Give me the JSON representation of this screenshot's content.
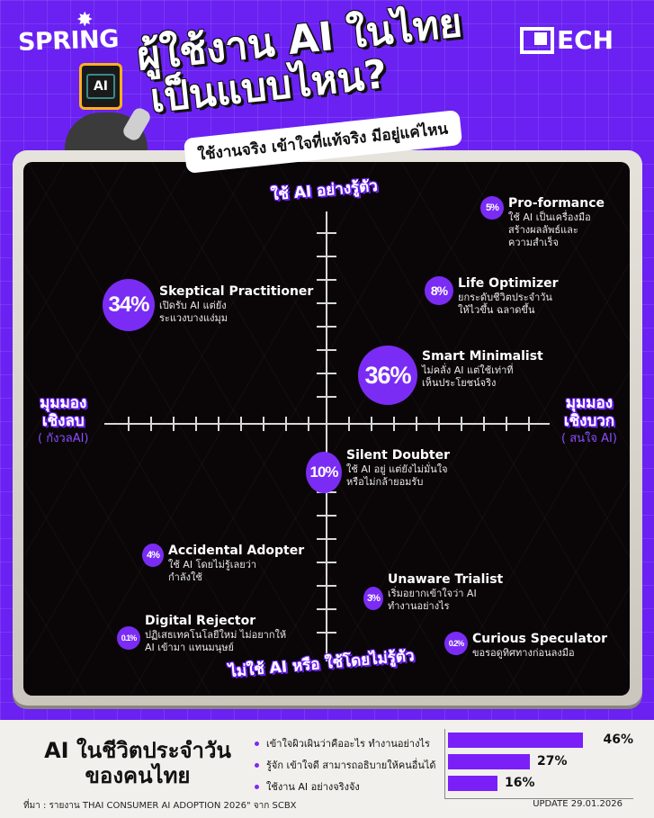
{
  "header": {
    "brand_left": "SPRING",
    "brand_right": "ECH",
    "mascot_label": "AI",
    "title_line1": "ผู้ใช้งาน AI ในไทย",
    "title_line2": "เป็นแบบไหน?",
    "subtitle": "ใช้งานจริง เข้าใจที่แท้จริง มีอยู่แค่ไหน"
  },
  "axes": {
    "top": "ใช้ AI อย่างรู้ตัว",
    "bottom": "ไม่ใช้ AI หรือ ใช้โดยไม่รู้ตัว",
    "left_line1": "มุมมอง",
    "left_line2": "เชิงลบ",
    "left_sub": "( กังวลAI)",
    "right_line1": "มุมมอง",
    "right_line2": "เชิงบวก",
    "right_sub": "( สนใจ AI)"
  },
  "personas": [
    {
      "pct": "5%",
      "name": "Pro-formance",
      "desc1": "ใช้ AI เป็นเครื่องมือ",
      "desc2": "สร้างผลลัพธ์และ",
      "desc3": "ความสำเร็จ"
    },
    {
      "pct": "34%",
      "name": "Skeptical Practitioner",
      "desc1": "เปิดรับ AI แต่ยัง",
      "desc2": "ระแวงบางแง่มุม"
    },
    {
      "pct": "8%",
      "name": "Life Optimizer",
      "desc1": "ยกระดับชีวิตประจำวัน",
      "desc2": "ให้ไวขึ้น ฉลาดขึ้น"
    },
    {
      "pct": "36%",
      "name": "Smart Minimalist",
      "desc1": "ไม่คลั่ง AI แต่ใช้เท่าที่",
      "desc2": "เห็นประโยชน์จริง"
    },
    {
      "pct": "10%",
      "name": "Silent Doubter",
      "desc1": "ใช้ AI อยู่ แต่ยังไม่มั่นใจ",
      "desc2": "หรือไม่กล้ายอมรับ"
    },
    {
      "pct": "4%",
      "name": "Accidental Adopter",
      "desc1": "ใช้ AI โดยไม่รู้เลยว่า",
      "desc2": "กำลังใช้"
    },
    {
      "pct": "3%",
      "name": "Unaware Trialist",
      "desc1": "เริ่มอยากเข้าใจว่า AI",
      "desc2": "ทำงานอย่างไร"
    },
    {
      "pct": "0.1%",
      "name": "Digital Rejector",
      "desc1": "ปฏิเสธเทคโนโลยีใหม่ ไม่อยากให้",
      "desc2": "AI เข้ามา แทนมนุษย์"
    },
    {
      "pct": "0.2%",
      "name": "Curious Speculator",
      "desc1": "ขอรอดูทิศทางก่อนลงมือ"
    }
  ],
  "bottom": {
    "title_line1": "AI ในชีวิตประจำวัน",
    "title_line2": "ของคนไทย",
    "stats": [
      {
        "label": "เข้าใจผิวเผินว่าคืออะไร ทำงานอย่างไร",
        "value": "46%",
        "pct": 46
      },
      {
        "label": "รู้จัก เข้าใจดี สามารถอธิบายให้คนอื่นได้",
        "value": "27%",
        "pct": 27
      },
      {
        "label": "ใช้งาน AI อย่างจริงจัง",
        "value": "16%",
        "pct": 16
      }
    ],
    "source": "ที่มา : รายงาน THAI CONSUMER AI ADOPTION 2026\" จาก SCBX",
    "update": "UPDATE 29.01.2026"
  },
  "colors": {
    "brand_purple": "#6a21f2",
    "bubble_purple": "#7a2cf5",
    "screen_bg": "#0a0608",
    "bottom_bg": "#f2f0ec"
  }
}
